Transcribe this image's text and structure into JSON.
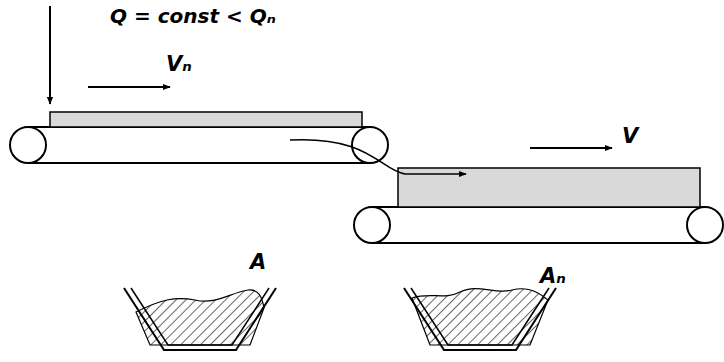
{
  "diagram": {
    "labels": [
      "Q = const < Qₙ",
      "Vₙ",
      "V",
      "A",
      "Aₙ"
    ]
  }
}
